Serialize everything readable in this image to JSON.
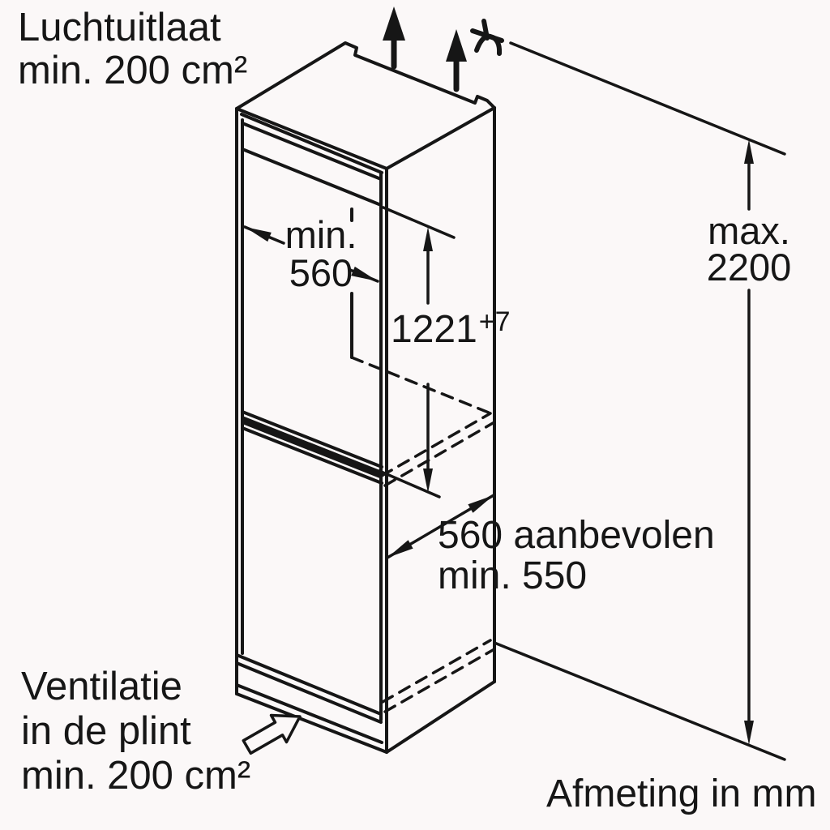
{
  "diagram": {
    "title_hint": "built-in appliance niche installation drawing",
    "labels": {
      "air_outlet": {
        "line1": "Luchtuitlaat",
        "line2": "min. 200 cm²"
      },
      "plinth_vent": {
        "line1": "Ventilatie",
        "line2": "in de plint",
        "line3": "min. 200 cm²"
      },
      "units_note": "Afmeting in mm"
    },
    "dimensions": {
      "max_height": {
        "line1": "max.",
        "line2": "2200"
      },
      "niche_width": {
        "line1": "min.",
        "line2": "560"
      },
      "niche_height": {
        "value": "1221",
        "tolerance": "+7"
      },
      "depth": {
        "line1": "560 aanbevolen",
        "line2": "min. 550"
      }
    },
    "colors": {
      "line": "#161616",
      "background": "#fbf8f8"
    }
  }
}
